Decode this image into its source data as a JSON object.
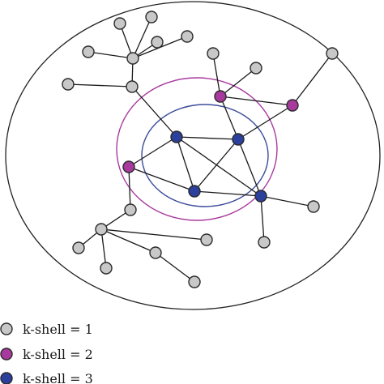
{
  "colors": {
    "shell1": "#c8c8c8",
    "shell2": "#a83a9e",
    "shell3": "#2b3f9c",
    "outer_ring": "#222222",
    "shell2_ring": "#a83a9e",
    "shell3_ring": "#3c4c9a",
    "edge": "#1a1a1a",
    "node_stroke": "#2a2a2a"
  },
  "legend": [
    {
      "label": "k-shell = 1",
      "shell": 1
    },
    {
      "label": "k-shell = 2",
      "shell": 2
    },
    {
      "label": "k-shell = 3",
      "shell": 3
    }
  ]
}
